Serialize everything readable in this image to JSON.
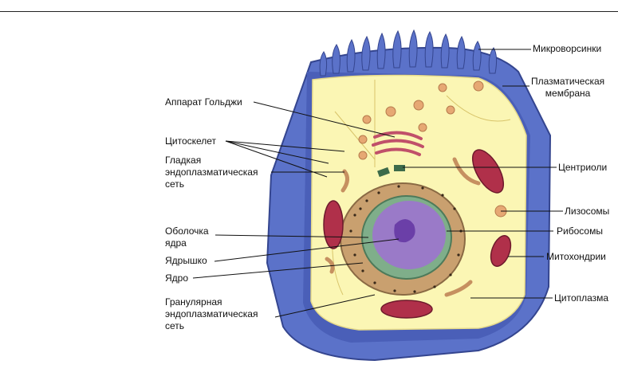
{
  "labels": {
    "microvilli": "Микроворсинки",
    "plasma_membrane": "Плазматическая\nмембрана",
    "golgi": "Аппарат Гольджи",
    "cytoskeleton": "Цитоскелет",
    "smooth_er": "Гладкая\nэндоплазматическая\nсеть",
    "centrioles": "Центриоли",
    "lysosomes": "Лизосомы",
    "nuclear_envelope": "Оболочка\nядра",
    "ribosomes": "Рибосомы",
    "nucleolus": "Ядрышко",
    "mitochondria": "Митохондрии",
    "nucleus": "Ядро",
    "rough_er": "Гранулярная\nэндоплазматическая\nсеть",
    "cytoplasm": "Цитоплазма"
  },
  "colors": {
    "membrane_blue": "#5b72c9",
    "membrane_dark": "#3c4fa3",
    "cytoplasm": "#fbf6b4",
    "organelle": "#d89b6e",
    "mitochondria": "#b0304a",
    "nucleus": "#9a7ac8",
    "nucleolus": "#6b3fa8",
    "envelope": "#7fae8a"
  }
}
